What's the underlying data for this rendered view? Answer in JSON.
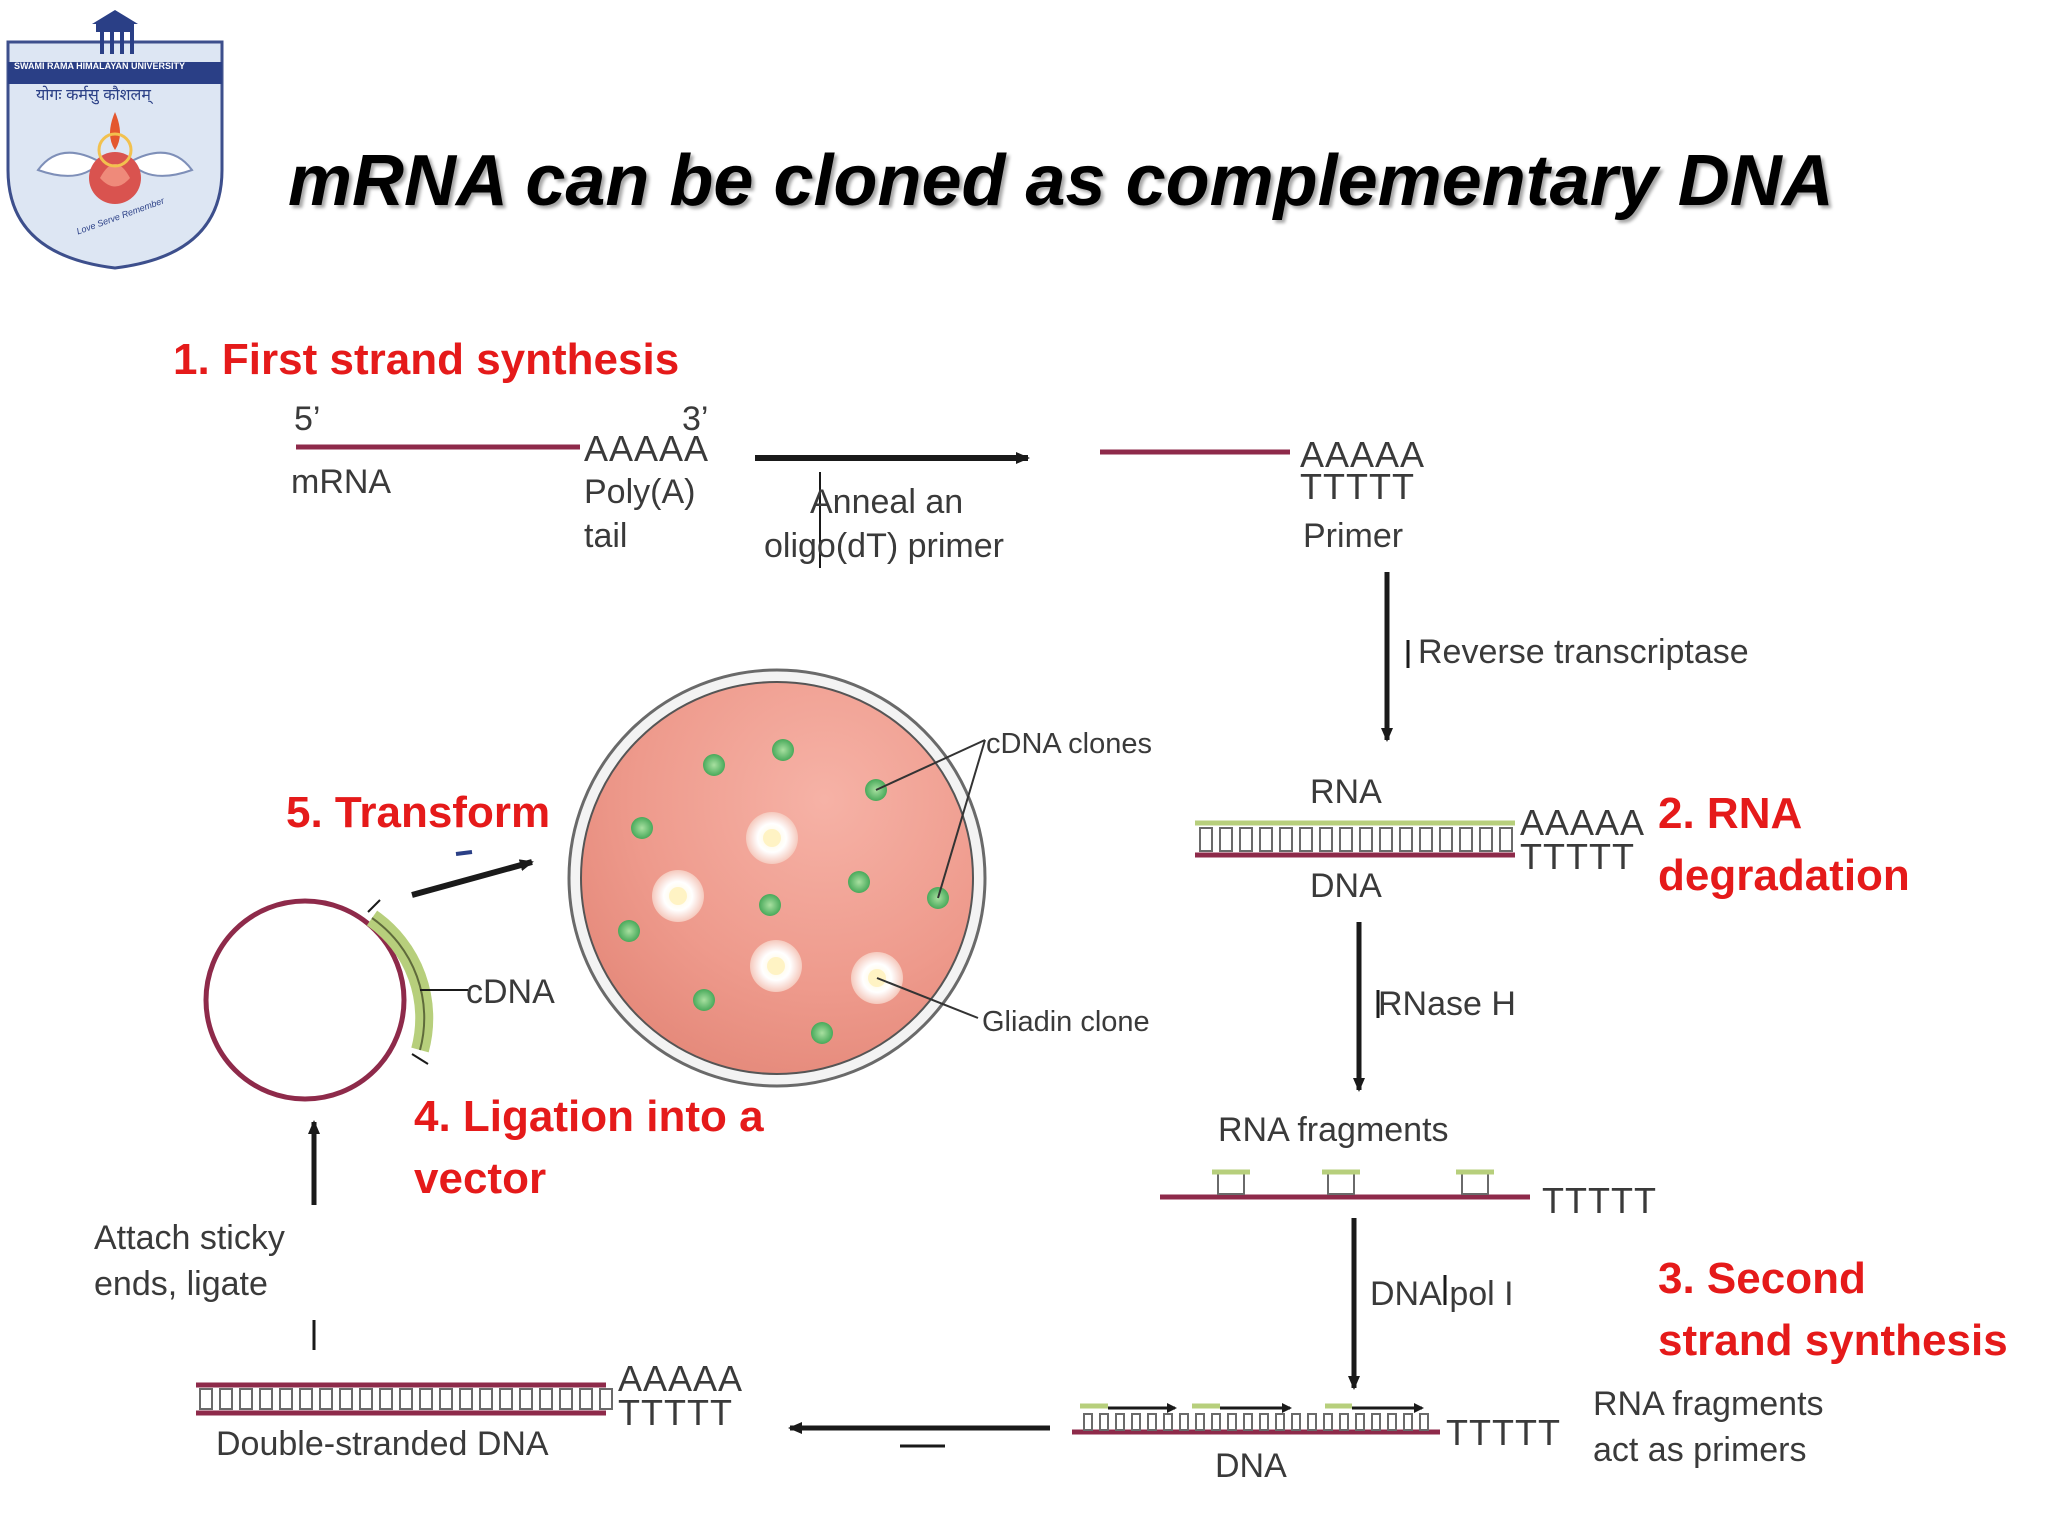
{
  "title": "mRNA can be cloned as complementary DNA",
  "logo": {
    "university": "SWAMI RAMA HIMALAYAN UNIVERSITY",
    "motto": "योगः कर्मसु कौशलम्",
    "tagline": "Love Serve Remember"
  },
  "steps": {
    "s1": "1. First strand synthesis",
    "s2_line1": "2. RNA",
    "s2_line2": "degradation",
    "s3_line1": "3. Second",
    "s3_line2": "strand synthesis",
    "s4_line1": "4. Ligation into a",
    "s4_line2": "vector",
    "s5": "5. Transform"
  },
  "labels": {
    "five_prime": "5’",
    "three_prime": "3’",
    "mrna": "mRNA",
    "polya_seq": "AAAAA",
    "polya_line1": "Poly(A)",
    "polya_line2": "tail",
    "anneal_line1": "Anneal an",
    "anneal_line2": "oligo(dT) primer",
    "primer_a": "AAAAA",
    "primer_t": "TTTTT",
    "primer": "Primer",
    "reverse_transcriptase": "Reverse transcriptase",
    "rna": "RNA",
    "dna": "DNA",
    "hybrid_a": "AAAAA",
    "hybrid_t": "TTTTT",
    "rnase_h": "RNase H",
    "rna_fragments": "RNA fragments",
    "frag_t": "TTTTT",
    "dna_pol": "DNA pol I",
    "second_t": "TTTTT",
    "second_dna": "DNA",
    "primers_line1": "RNA fragments",
    "primers_line2": "act as primers",
    "ds_a": "AAAAA",
    "ds_t": "TTTTT",
    "ds_dna": "Double-stranded DNA",
    "sticky_line1": "Attach sticky",
    "sticky_line2": "ends, ligate",
    "cdna": "cDNA",
    "cdna_clones": "cDNA clones",
    "gliadin_clone": "Gliadin clone"
  },
  "colors": {
    "step_red": "#e51a1a",
    "rna_maroon": "#8e2a4a",
    "dna_green": "#b7cf7c",
    "plate": "#f19a8c",
    "colony": "#7cc87a"
  }
}
